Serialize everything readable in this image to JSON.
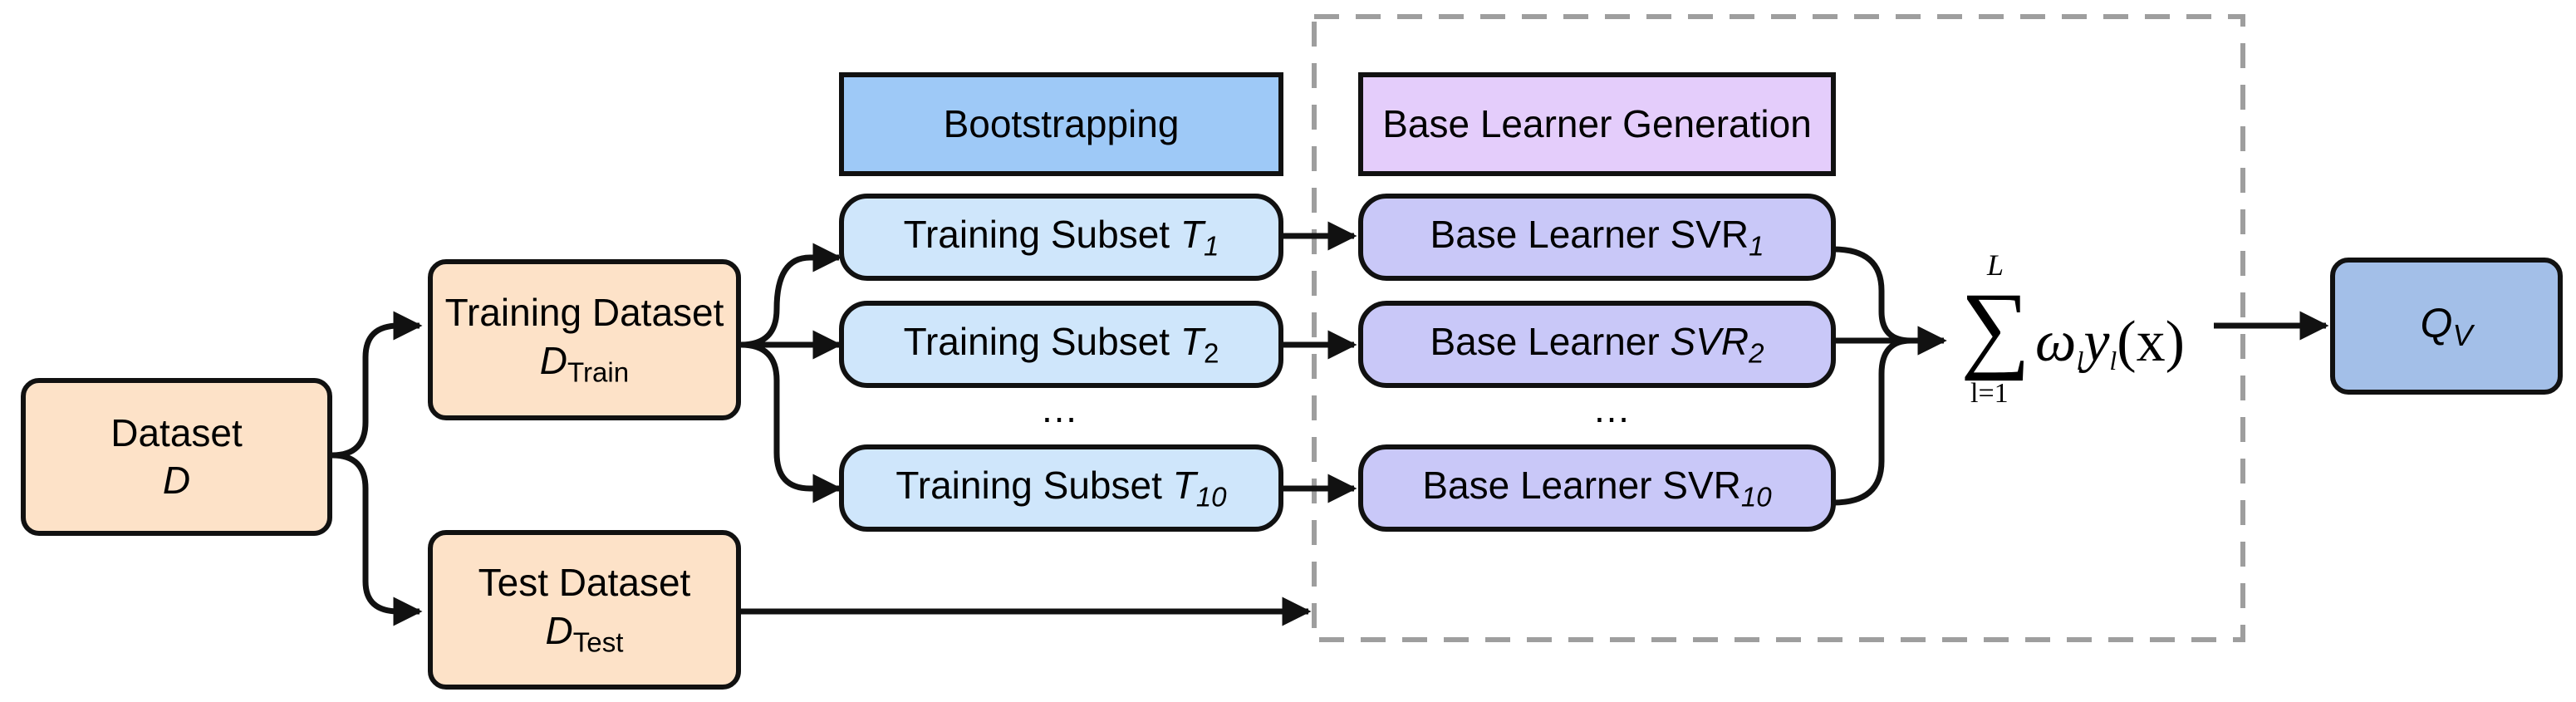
{
  "nodes": {
    "dataset": {
      "line1": "Dataset",
      "line2": "D"
    },
    "training_dataset": {
      "line1": "Training Dataset",
      "line2_main": "D",
      "line2_sub": "Train"
    },
    "test_dataset": {
      "line1": "Test Dataset",
      "line2_main": "D",
      "line2_sub": "Test"
    },
    "bootstrapping_header": "Bootstrapping",
    "base_learner_header": "Base Learner Generation",
    "subset_1": {
      "text": "Training Subset ",
      "var": "T",
      "sub": "1"
    },
    "subset_2": {
      "text": "Training Subset ",
      "var": "T",
      "sub": "2"
    },
    "subset_10": {
      "text": "Training Subset ",
      "var": "T",
      "sub": "10"
    },
    "learner_1": {
      "text": "Base Learner SVR",
      "sub": "1"
    },
    "learner_2": {
      "text": "Base Learner ",
      "var": "SVR",
      "sub": "2"
    },
    "learner_10": {
      "text": "Base Learner SVR",
      "sub": "10"
    },
    "ellipsis": "…",
    "output": {
      "main": "Q",
      "sub": "V"
    }
  },
  "formula": {
    "sigma": "∑",
    "upper_limit": "L",
    "lower_limit": "l=1",
    "omega": "ω",
    "omega_sub": "l",
    "y": "y",
    "y_sub": "l",
    "arg": "(x)"
  },
  "colors": {
    "orange_fill": "#fde2c8",
    "blue_pill_fill": "#cfe6fb",
    "purple_pill_fill": "#c9c8f8",
    "bootstrapping_header_fill": "#9ec9f7",
    "base_learner_header_fill": "#e4cdfb",
    "output_fill": "#a3bfe8",
    "dashed_frame": "#9e9e9e"
  }
}
